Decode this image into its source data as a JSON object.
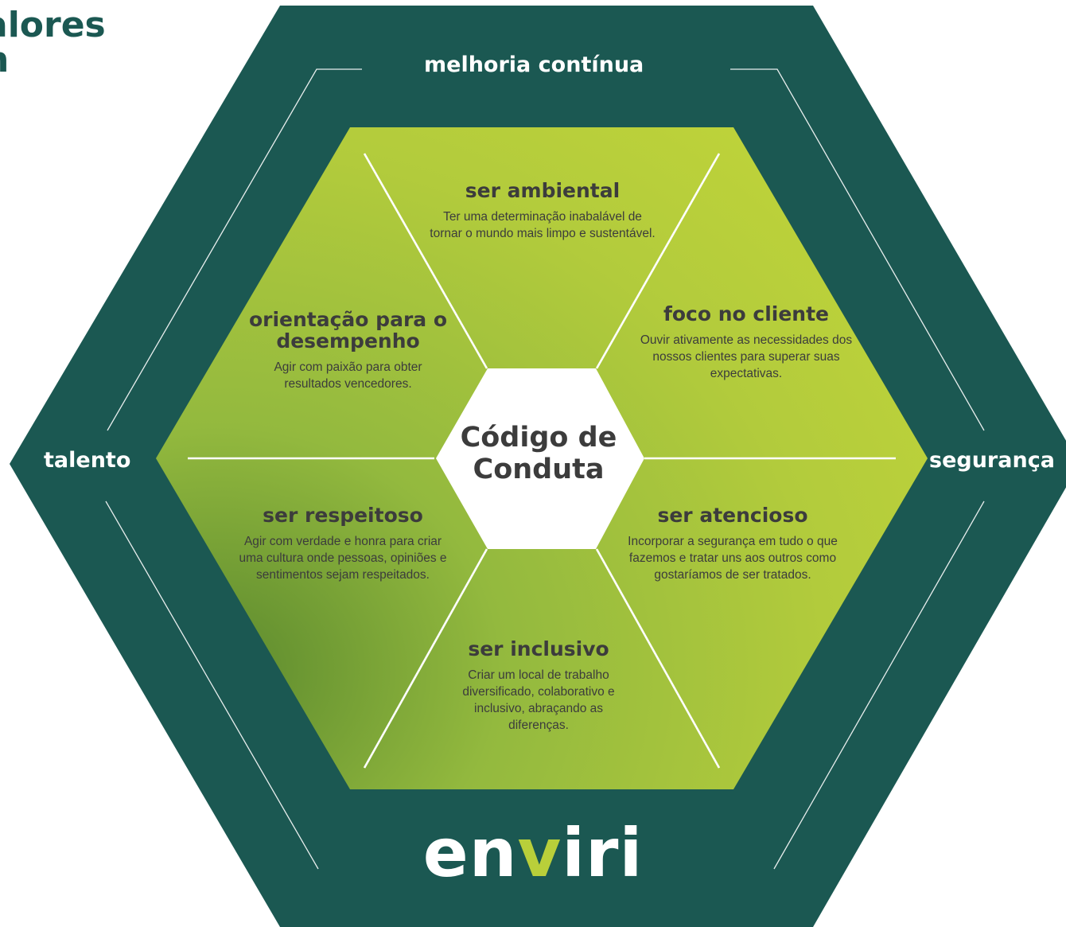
{
  "heading": "alores\nn",
  "outer_values": {
    "top": "melhoria contínua",
    "left": "talento",
    "right": "segurança"
  },
  "center": {
    "line1": "Código de",
    "line2": "Conduta"
  },
  "sections": {
    "ser_ambiental": {
      "title": "ser ambiental",
      "description": "Ter uma determinação inabalável de tornar o mundo mais limpo e sustentável."
    },
    "foco_no_cliente": {
      "title": "foco no cliente",
      "description": "Ouvir ativamente as necessidades dos nossos clientes para superar suas expectativas."
    },
    "ser_atencioso": {
      "title": "ser atencioso",
      "description": "Incorporar a segurança em tudo o que fazemos e tratar uns aos outros como gostaríamos de ser tratados."
    },
    "ser_inclusivo": {
      "title": "ser inclusivo",
      "description": "Criar um local de trabalho diversificado, colaborativo e inclusivo, abraçando as diferenças."
    },
    "ser_respeitoso": {
      "title": "ser respeitoso",
      "description": "Agir com verdade e honra para criar uma cultura onde pessoas, opiniões e sentimentos sejam respeitados."
    },
    "orientacao": {
      "title": "orientação para o desempenho",
      "description": "Agir com paixão para obter resultados vencedores."
    }
  },
  "logo": {
    "part1": "en",
    "part2": "v",
    "part3": "iri"
  },
  "colors": {
    "dark_green": "#1b5852",
    "lime": "#b9cf3a",
    "mid_green": "#7fa83a"
  }
}
